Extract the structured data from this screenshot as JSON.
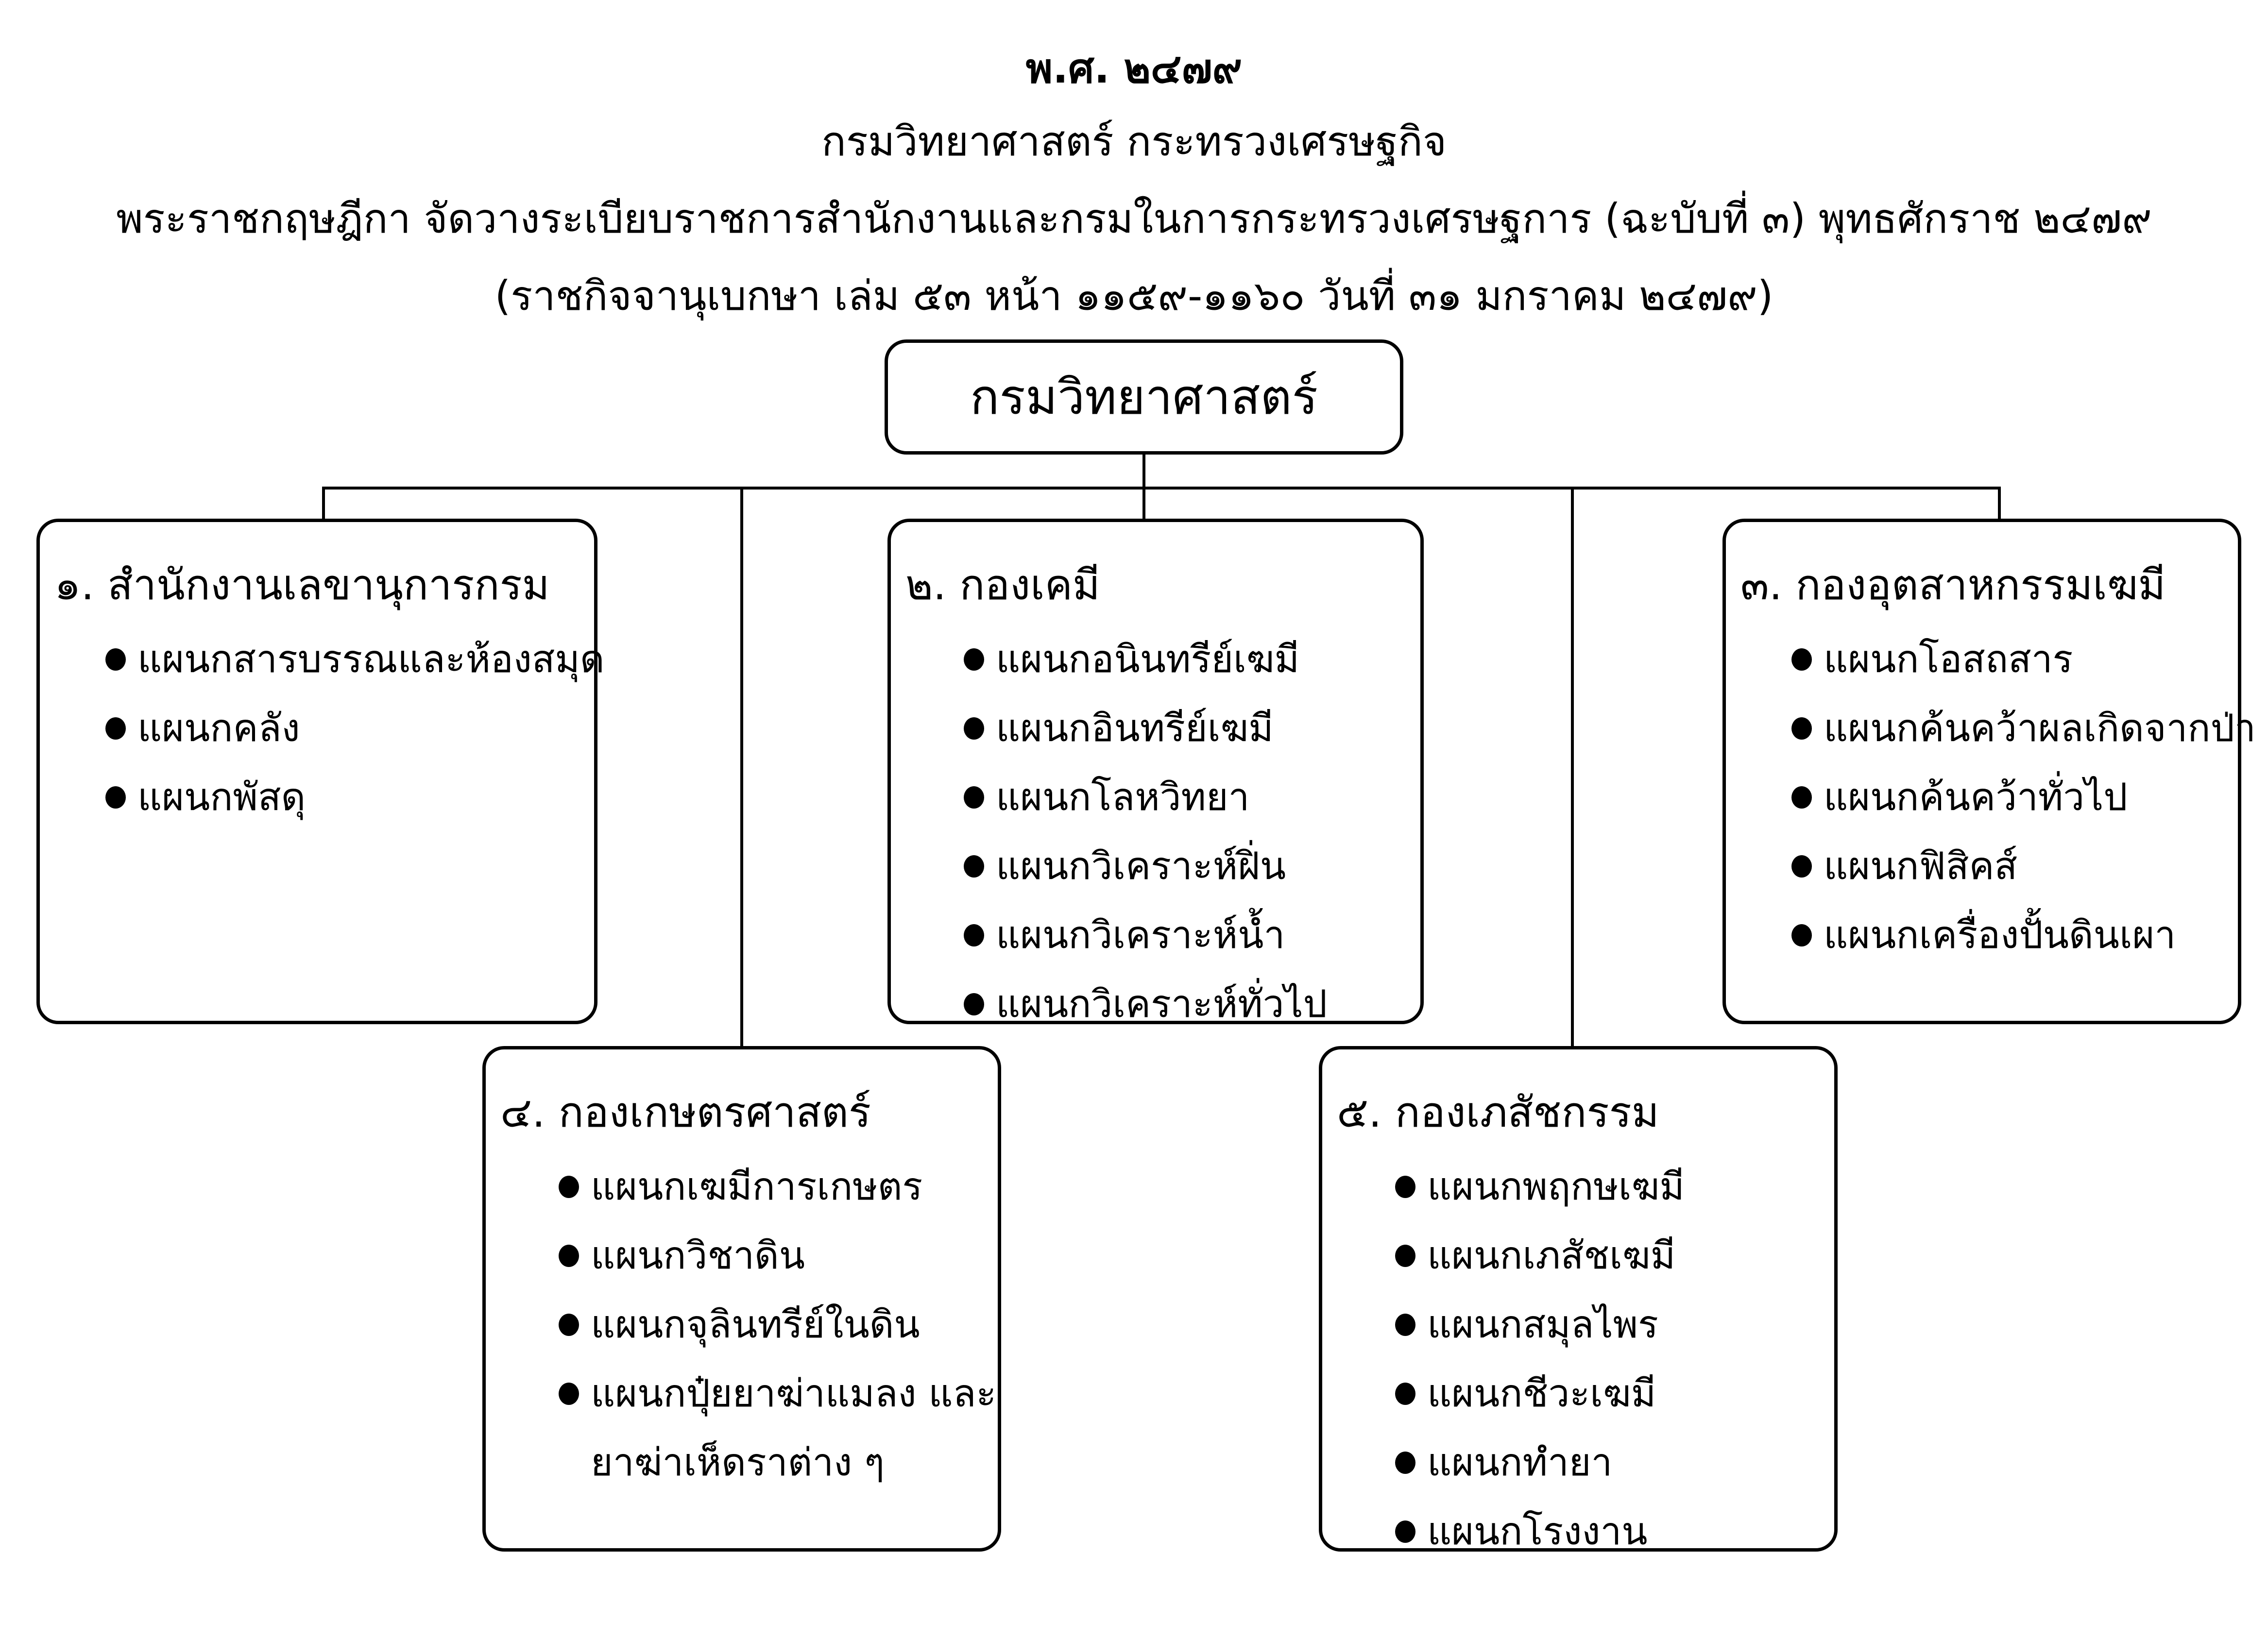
{
  "header": {
    "year": "พ.ศ. ๒๔๗๙",
    "subtitle": "กรมวิทยาศาสตร์ กระทรวงเศรษฐกิจ",
    "decree": "พระราชกฤษฎีกา จัดวางระเบียบราชการสำนักงานและกรมในการกระทรวงเศรษฐการ (ฉะบับที่ ๓) พุทธศักราช ๒๔๗๙",
    "reference": "(ราชกิจจานุเบกษา เล่ม ๕๓ หน้า ๑๑๕๙-๑๑๖๐ วันที่ ๓๑ มกราคม ๒๔๗๙)"
  },
  "root": {
    "label": "กรมวิทยาศาสตร์"
  },
  "units": [
    {
      "title": "๑. สำนักงานเลขานุการกรม",
      "items": [
        "แผนกสารบรรณและห้องสมุด",
        "แผนกคลัง",
        "แผนกพัสดุ"
      ]
    },
    {
      "title": "๒. กองเคมี",
      "items": [
        "แผนกอนินทรีย์เฆมี",
        "แผนกอินทรีย์เฆมี",
        "แผนกโลหวิทยา",
        "แผนกวิเคราะห์ฝิ่น",
        "แผนกวิเคราะห์น้ำ",
        "แผนกวิเคราะห์ทั่วไป"
      ]
    },
    {
      "title": "๓. กองอุตสาหกรรมเฆมี",
      "items": [
        "แผนกโอสถสาร",
        "แผนกค้นคว้าผลเกิดจากป่า",
        "แผนกค้นคว้าทั่วไป",
        "แผนกฟิสิคส์",
        "แผนกเครื่องปั้นดินเผา"
      ]
    },
    {
      "title": "๔. กองเกษตรศาสตร์",
      "items": [
        "แผนกเฆมีการเกษตร",
        "แผนกวิชาดิน",
        "แผนกจุลินทรีย์ในดิน",
        "แผนกปุ๋ยยาฆ่าแมลง และ"
      ],
      "continuation": "ยาฆ่าเห็ดราต่าง ๆ"
    },
    {
      "title": "๕. กองเภสัชกรรม",
      "items": [
        "แผนกพฤกษเฆมี",
        "แผนกเภสัชเฆมี",
        "แผนกสมุลไพร",
        "แผนกชีวะเฆมี",
        "แผนกทำยา",
        "แผนกโรงงาน"
      ]
    }
  ]
}
